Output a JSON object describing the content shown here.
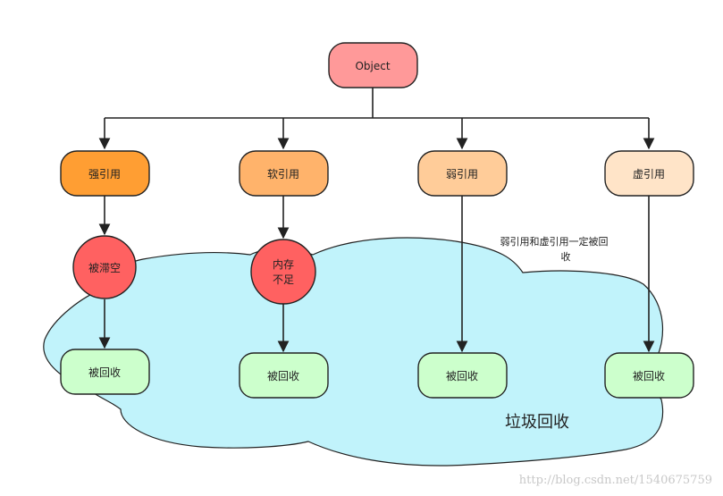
{
  "nodes": {
    "object": "Object",
    "strong": "强引用",
    "soft": "软引用",
    "weak": "弱引用",
    "phantom": "虚引用",
    "set_null": "被滞空",
    "mem_line1": "内存",
    "mem_line2": "不足",
    "collected": "被回收"
  },
  "annotation": {
    "line1": "弱引用和虚引用一定被回",
    "line2": "收"
  },
  "cloud_label": "垃圾回收",
  "watermark": "http://blog.csdn.net/1540675759",
  "colors": {
    "object_fill": "#ff9999",
    "strong_fill": "#ff9e33",
    "soft_fill": "#ffb36b",
    "weak_fill": "#ffcc99",
    "phantom_fill": "#ffe4c8",
    "circle_fill": "#ff6161",
    "collected_fill": "#ccffcc",
    "cloud_fill": "#c1f3fb"
  }
}
